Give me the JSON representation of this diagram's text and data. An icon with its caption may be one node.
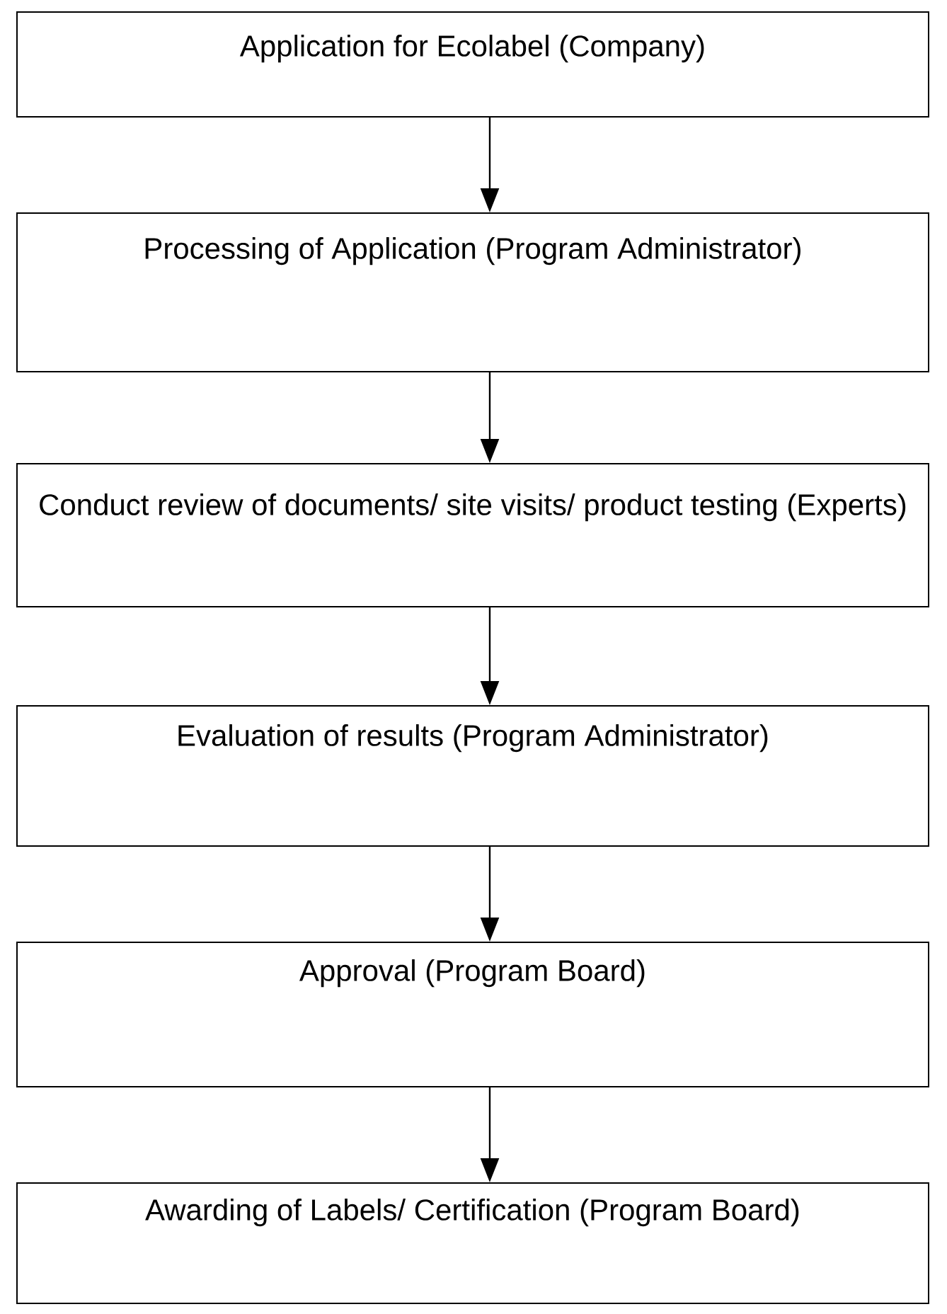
{
  "diagram": {
    "nodes": [
      {
        "text": [
          "Application for Ecolabel (Company)"
        ]
      },
      {
        "text": [
          "Processing of Application (Program Administrator)"
        ]
      },
      {
        "text": [
          "Conduct review of documents/ site visits/ product testing (Experts)"
        ]
      },
      {
        "text": [
          "Evaluation of results (Program Administrator)"
        ]
      },
      {
        "text": [
          "Approval (Program Board)"
        ]
      },
      {
        "text": [
          "Awarding of Labels/ Certification (Program Board)"
        ]
      }
    ],
    "edges": [
      {
        "from": 0,
        "to": 1,
        "arrow": "to"
      },
      {
        "from": 1,
        "to": 2,
        "arrow": "to"
      },
      {
        "from": 2,
        "to": 3,
        "arrow": "to"
      },
      {
        "from": 3,
        "to": 4,
        "arrow": "to"
      },
      {
        "from": 4,
        "to": 5,
        "arrow": "to"
      }
    ]
  }
}
